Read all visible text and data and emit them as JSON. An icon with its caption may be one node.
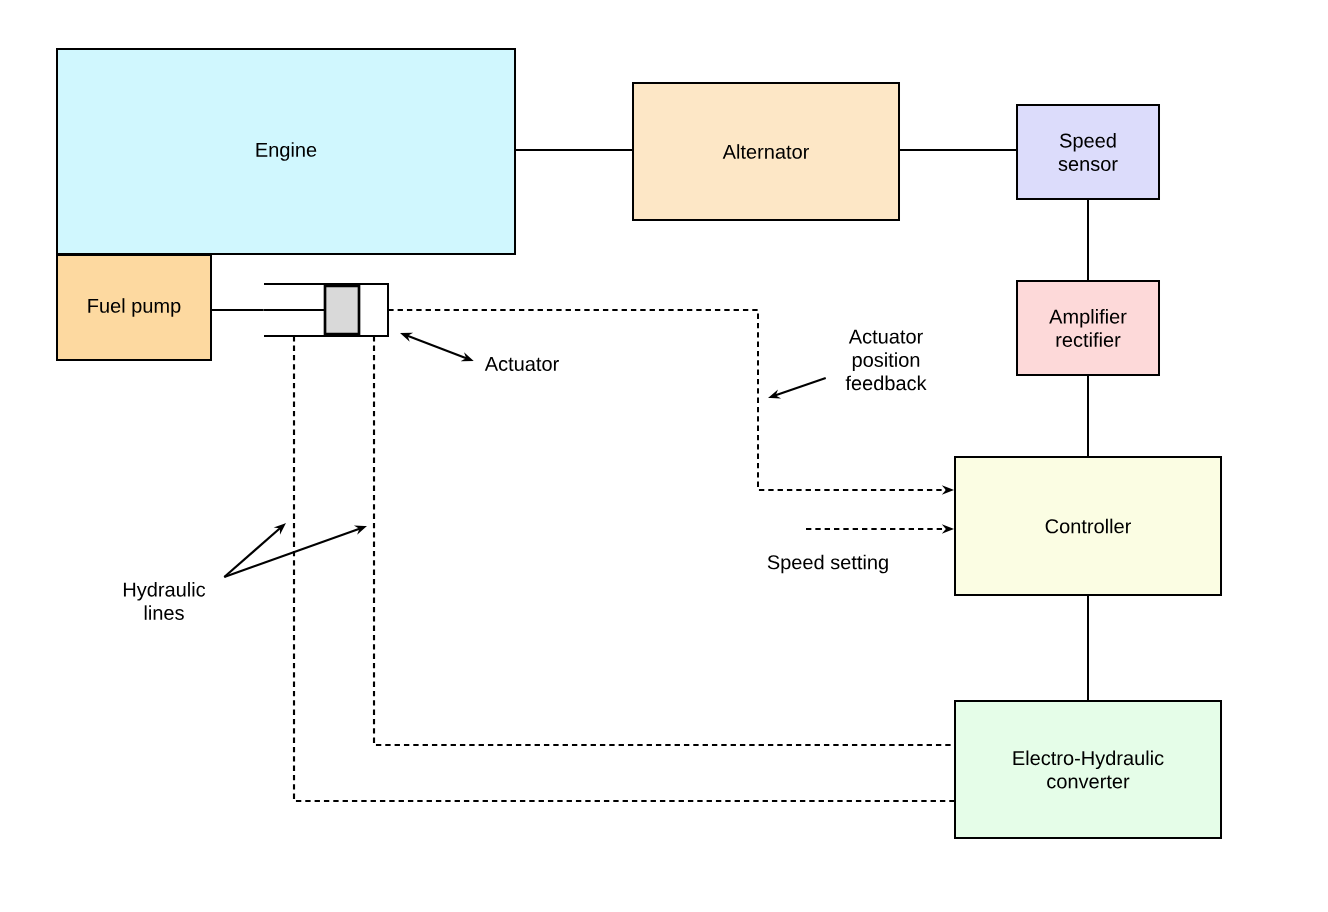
{
  "diagram": {
    "nodes": [
      {
        "text": [
          "Engine"
        ]
      },
      {
        "text": [
          "Alternator"
        ]
      },
      {
        "text": [
          "Speed sensor"
        ]
      },
      {
        "text": [
          "Fuel pump"
        ]
      },
      {
        "text": [
          "Amplifier rectifier"
        ]
      },
      {
        "text": [
          "Controller"
        ]
      },
      {
        "text": [
          "Electro-Hydraulic converter"
        ]
      },
      {
        "text": [],
        "shape": "cylinder"
      },
      {
        "text": [
          "Actuator"
        ]
      },
      {
        "text": [
          "Actuator position feedback"
        ]
      },
      {
        "text": [
          "Hydraulic lines"
        ]
      }
    ],
    "edges": [
      {
        "from": 0,
        "to": 1,
        "arrow": "none"
      },
      {
        "from": 1,
        "to": 2,
        "arrow": "none"
      },
      {
        "from": 2,
        "to": 4,
        "arrow": "none"
      },
      {
        "from": 4,
        "to": 5,
        "arrow": "none"
      },
      {
        "from": 5,
        "to": 6,
        "arrow": "none"
      },
      {
        "from": 3,
        "to": 7,
        "arrow": "none"
      },
      {
        "from": 7,
        "to": 5,
        "arrow": "to",
        "style": "dashed"
      },
      {
        "from": 6,
        "to": 7,
        "arrow": "none",
        "style": "dashed"
      },
      {
        "from": 6,
        "to": 7,
        "arrow": "none",
        "style": "dashed"
      },
      {
        "from": 8,
        "to": 7,
        "arrow": "both"
      },
      {
        "from": 9,
        "to": null,
        "arrow": "to"
      },
      {
        "from": 10,
        "to": null,
        "arrow": "to"
      },
      {
        "from": 10,
        "to": null,
        "arrow": "to"
      },
      {
        "from": null,
        "to": 5,
        "arrow": "to",
        "style": "dashed"
      }
    ],
    "labels": [
      "Speed setting"
    ]
  }
}
